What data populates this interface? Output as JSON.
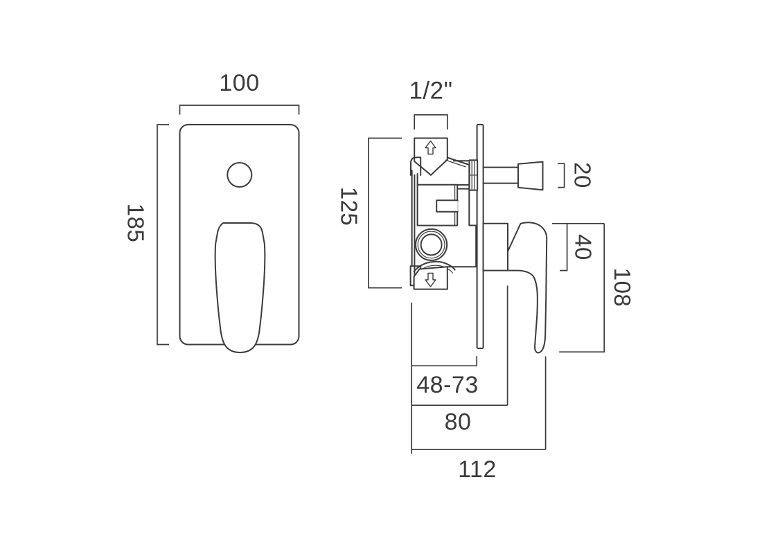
{
  "drawing": {
    "type": "technical-dimension-drawing",
    "subject": "concealed-shower-mixer-valve",
    "colors": {
      "line": "#3b3b3d",
      "text": "#3a3a3c",
      "background": "#ffffff"
    },
    "front_view": {
      "width_label": "100",
      "height_label": "185"
    },
    "side_view": {
      "inlet_label": "1/2\"",
      "body_height_label": "125",
      "knob_label": "20",
      "hub_label": "40",
      "handle_height_label": "108",
      "recess_label": "48-73",
      "depth_80_label": "80",
      "depth_112_label": "112"
    }
  }
}
